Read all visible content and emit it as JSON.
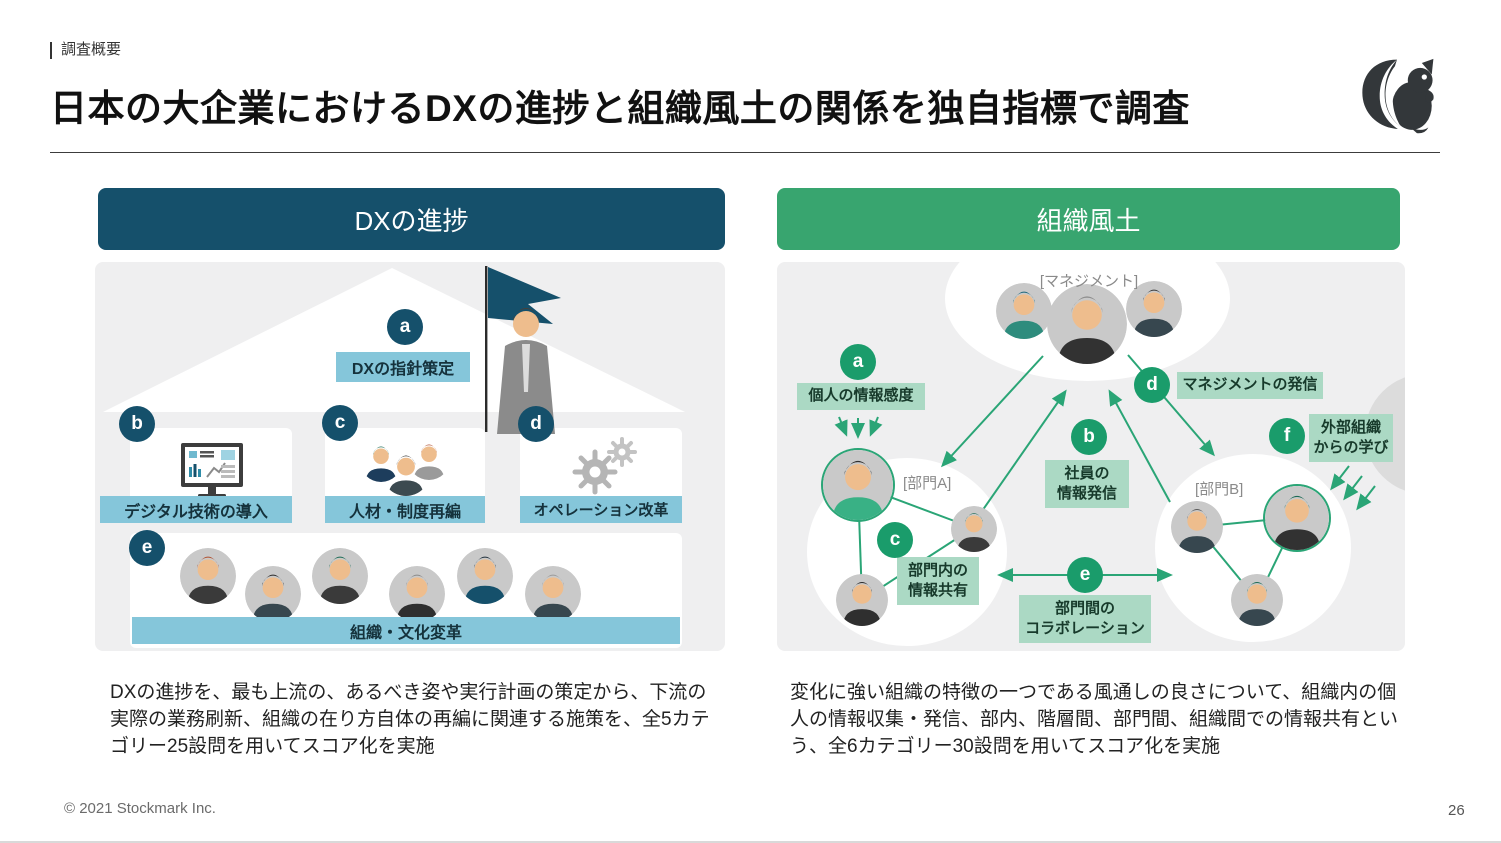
{
  "page": {
    "eyebrow": "調査概要",
    "title": "日本の大企業におけるDXの進捗と組織風土の関係を独自指標で調査",
    "copyright": "© 2021 Stockmark Inc.",
    "page_number": "26"
  },
  "colors": {
    "navy": "#15506b",
    "green_header": "#38a56f",
    "green_badge": "#1a9c6b",
    "light_blue_label": "#85c6da",
    "light_green_label": "#abd9c4",
    "arrow_green": "#2aa576",
    "panel_bg": "#efeff0"
  },
  "left_panel": {
    "header": "DXの進捗",
    "items": [
      {
        "key": "a",
        "label": "DXの指針策定"
      },
      {
        "key": "b",
        "label": "デジタル技術の導入"
      },
      {
        "key": "c",
        "label": "人材・制度再編"
      },
      {
        "key": "d",
        "label": "オペレーション改革"
      },
      {
        "key": "e",
        "label": "組織・文化変革"
      }
    ],
    "description": "DXの進捗を、最も上流の、あるべき姿や実行計画の策定から、下流の実際の業務刷新、組織の在り方自体の再編に関連する施策を、全5カテゴリー25設問を用いてスコア化を実施"
  },
  "right_panel": {
    "header": "組織風土",
    "group_labels": {
      "management": "[マネジメント]",
      "dept_a": "[部門A]",
      "dept_b": "[部門B]"
    },
    "items": [
      {
        "key": "a",
        "label": "個人の情報感度"
      },
      {
        "key": "b",
        "label": "社員の\n情報発信"
      },
      {
        "key": "c",
        "label": "部門内の\n情報共有"
      },
      {
        "key": "d",
        "label": "マネジメントの発信"
      },
      {
        "key": "e",
        "label": "部門間の\nコラボレーション"
      },
      {
        "key": "f",
        "label": "外部組織\nからの学び"
      }
    ],
    "description": "変化に強い組織の特徴の一つである風通しの良さについて、組織内の個人の情報収集・発信、部内、階層間、部門間、組織間での情報共有という、全6カテゴリー30設問を用いてスコア化を実施"
  }
}
